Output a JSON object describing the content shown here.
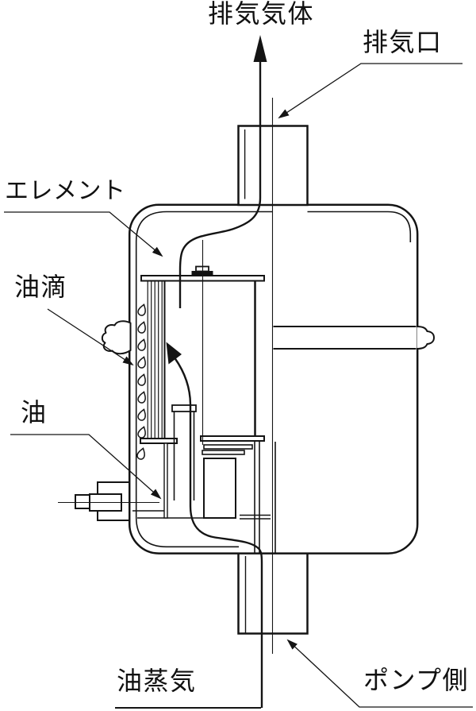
{
  "diagram": {
    "type": "technical-cross-section",
    "subject": "oil-mist-trap-for-vacuum-pump-exhaust",
    "labels": {
      "exhaust_gas": "排気気体",
      "exhaust_port": "排気口",
      "element": "エレメント",
      "oil_droplets": "油滴",
      "oil": "油",
      "oil_vapor": "油蒸気",
      "pump_side": "ポンプ側"
    },
    "flow": {
      "inlet": "油蒸気",
      "outlet": "排気気体"
    },
    "colors": {
      "line": "#141414",
      "background": "#ffffff",
      "text": "#111111"
    }
  }
}
